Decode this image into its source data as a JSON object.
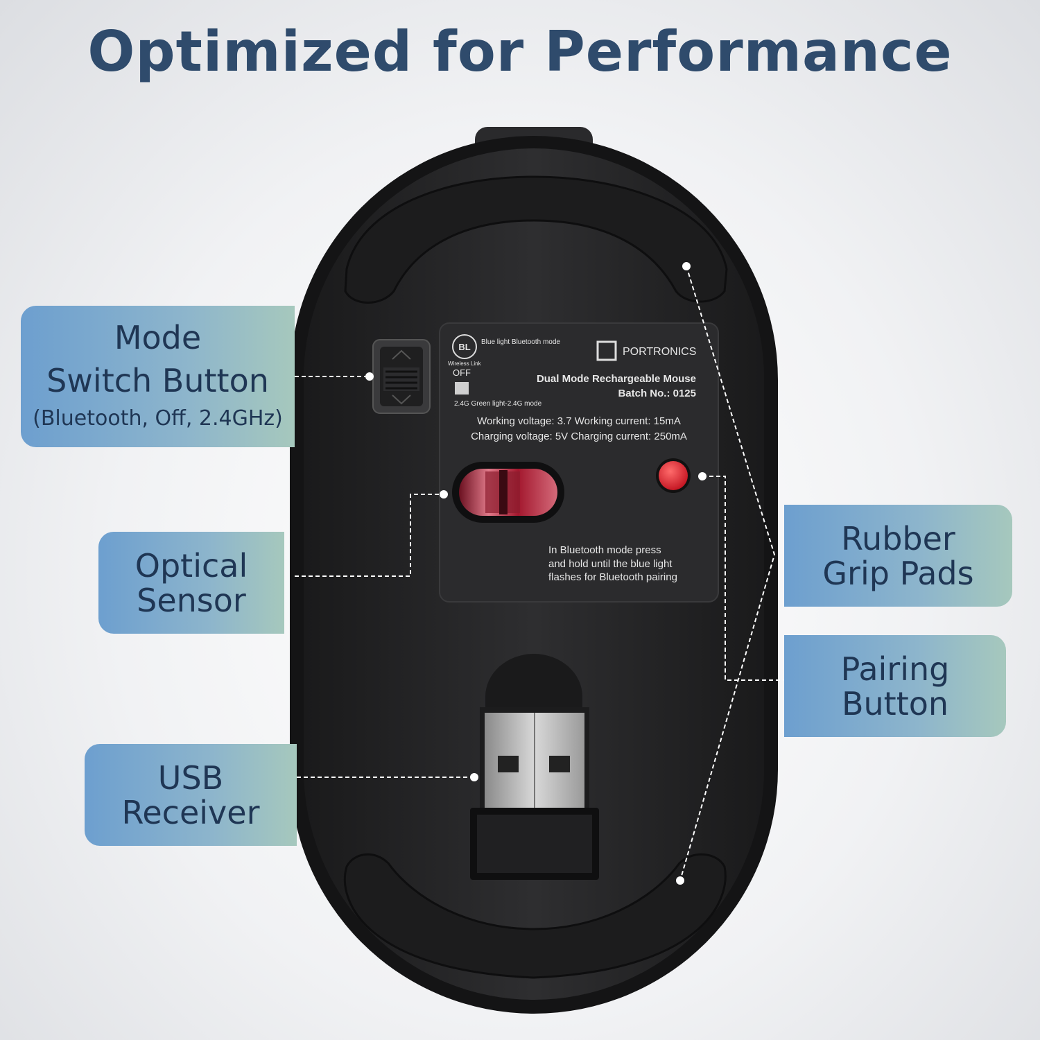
{
  "title": "Optimized for Performance",
  "callouts": {
    "mode_switch": {
      "line1": "Mode",
      "line2": "Switch Button",
      "detail": "(Bluetooth, Off, 2.4GHz)"
    },
    "optical_sensor": {
      "line1": "Optical",
      "line2": "Sensor"
    },
    "usb_receiver": {
      "line1": "USB",
      "line2": "Receiver"
    },
    "rubber_grip": {
      "line1": "Rubber",
      "line2": "Grip Pads"
    },
    "pairing": {
      "line1": "Pairing",
      "line2": "Button"
    }
  },
  "label_plate": {
    "bl_badge": "BL",
    "bl_mode": "Blue light Bluetooth mode",
    "wireless_link": "Wireless Link",
    "off": "OFF",
    "green_mode": "2.4G Green light-2.4G mode",
    "brand": "PORTRONICS",
    "product": "Dual Mode Rechargeable Mouse",
    "batch": "Batch No.: 0125",
    "working": "Working voltage: 3.7 Working current: 15mA",
    "charging": "Charging voltage: 5V Charging current: 250mA",
    "instruction_1": "In Bluetooth mode press",
    "instruction_2": "and hold until the blue light",
    "instruction_3": "flashes for Bluetooth pairing"
  },
  "colors": {
    "title": "#2f4b6c",
    "callout_text": "#1f3654",
    "pairing_button": "#e2222e",
    "sensor": "#c0283e"
  }
}
